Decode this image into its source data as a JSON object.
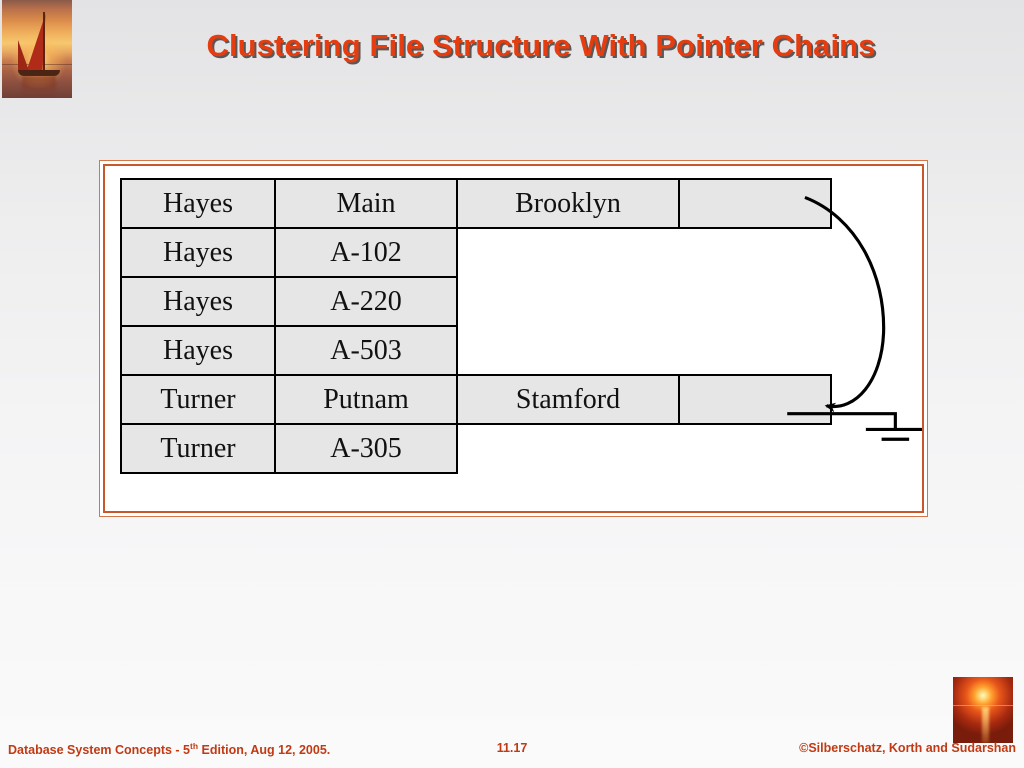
{
  "slide": {
    "title": "Clustering File Structure With Pointer Chains",
    "title_color": "#e53c10",
    "shadow_color": "#585858",
    "frame_border_color": "#c8572c"
  },
  "logo": {
    "name": "sailboat-sunset-photo"
  },
  "diagram": {
    "type": "clustering-file-with-pointer-chain",
    "columns": [
      "name",
      "value",
      "city",
      "pointer"
    ],
    "rows": [
      {
        "kind": "customer",
        "name": "Hayes",
        "value": "Main",
        "city": "Brooklyn",
        "pointer": "chain-start"
      },
      {
        "kind": "account",
        "name": "Hayes",
        "value": "A-102",
        "city": "",
        "pointer": ""
      },
      {
        "kind": "account",
        "name": "Hayes",
        "value": "A-220",
        "city": "",
        "pointer": ""
      },
      {
        "kind": "account",
        "name": "Hayes",
        "value": "A-503",
        "city": "",
        "pointer": ""
      },
      {
        "kind": "customer",
        "name": "Turner",
        "value": "Putnam",
        "city": "Stamford",
        "pointer": "chain-end-null"
      },
      {
        "kind": "account",
        "name": "Turner",
        "value": "A-305",
        "city": "",
        "pointer": ""
      }
    ],
    "annotations": {
      "chain_arrow": "curved pointer from Hayes record to Turner record",
      "null_symbol": "ground symbol indicating end of pointer chain"
    }
  },
  "footer": {
    "left_prefix": "Database System Concepts - 5",
    "left_sup": "th",
    "left_suffix": " Edition, Aug 12,  2005.",
    "page": "11.17",
    "copyright": "©Silberschatz, Korth and Sudarshan",
    "thumb_name": "ocean-sunset-photo"
  }
}
